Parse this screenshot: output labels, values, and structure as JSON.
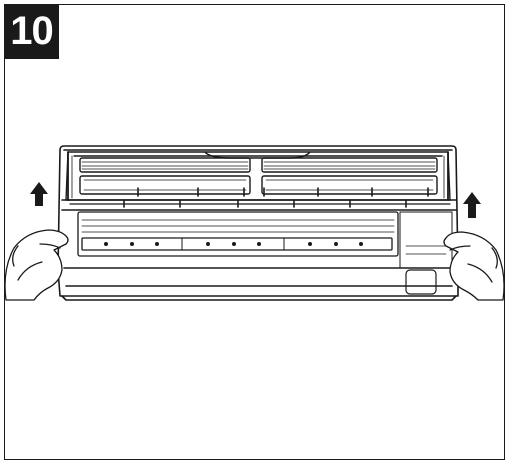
{
  "step": {
    "number": "10"
  },
  "illustration": {
    "subject": "air-conditioner-indoor-unit",
    "action": "lift-front-panel-upward",
    "icons": [
      "left-hand-icon",
      "right-hand-icon",
      "up-arrow-icon"
    ]
  }
}
